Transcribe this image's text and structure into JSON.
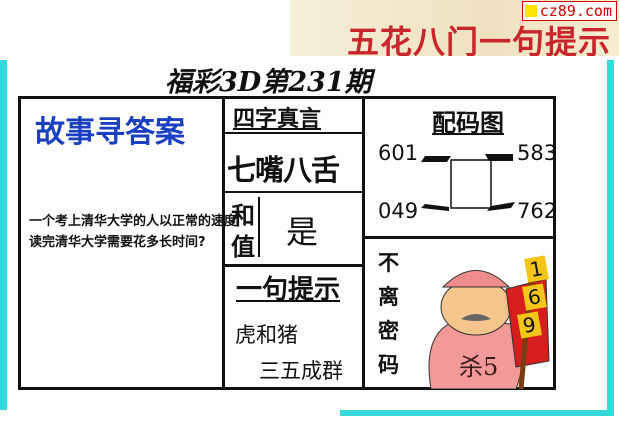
{
  "banner": {
    "title": "五花八门一句提示",
    "site": "cz89.com"
  },
  "issue_title": "福彩3D第231期",
  "story": {
    "heading": "故事寻答案",
    "question_line1": "一个考上清华大学的人以正常的速度",
    "question_line2": "读完清华大学需要花多长时间?"
  },
  "four_words": {
    "heading": "四字真言",
    "phrase": "七嘴八舌"
  },
  "sum": {
    "label_1": "和",
    "label_2": "值",
    "value": "是"
  },
  "hint": {
    "heading": "一句提示",
    "line1": "虎和猪",
    "line2": "三五成群"
  },
  "code_map": {
    "heading": "配码图",
    "top_left": "601",
    "top_right": "583",
    "bottom_left": "049",
    "bottom_right": "762"
  },
  "secret": {
    "chars": [
      "不",
      "离",
      "密",
      "码"
    ],
    "kill": "杀5",
    "banner_digits": [
      "1",
      "6",
      "9"
    ]
  },
  "colors": {
    "frame": "#35d9dc",
    "title_red": "#c8262c"
  }
}
